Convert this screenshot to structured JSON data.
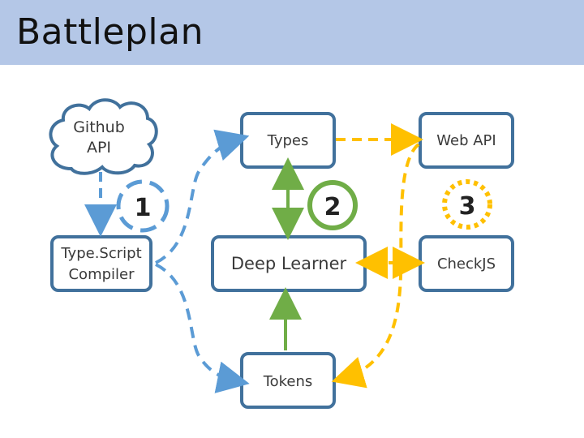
{
  "slide": {
    "title": "Battleplan"
  },
  "nodes": {
    "github_api": {
      "line1": "Github",
      "line2": "API"
    },
    "typescript_compiler": {
      "line1": "Type.Script",
      "line2": "Compiler"
    },
    "types": {
      "label": "Types"
    },
    "deep_learner": {
      "label": "Deep Learner"
    },
    "tokens": {
      "label": "Tokens"
    },
    "web_api": {
      "label": "Web API"
    },
    "checkjs": {
      "label": "CheckJS"
    }
  },
  "steps": [
    {
      "number": "1",
      "color": "#5b9bd5",
      "style": "dashed"
    },
    {
      "number": "2",
      "color": "#70ad47",
      "style": "solid"
    },
    {
      "number": "3",
      "color": "#ffc000",
      "style": "dotted"
    }
  ],
  "colors": {
    "title_bar": "#b4c7e7",
    "node_border": "#41719c",
    "blue_arrow": "#5b9bd5",
    "green_arrow": "#70ad47",
    "yellow_arrow": "#ffc000"
  }
}
